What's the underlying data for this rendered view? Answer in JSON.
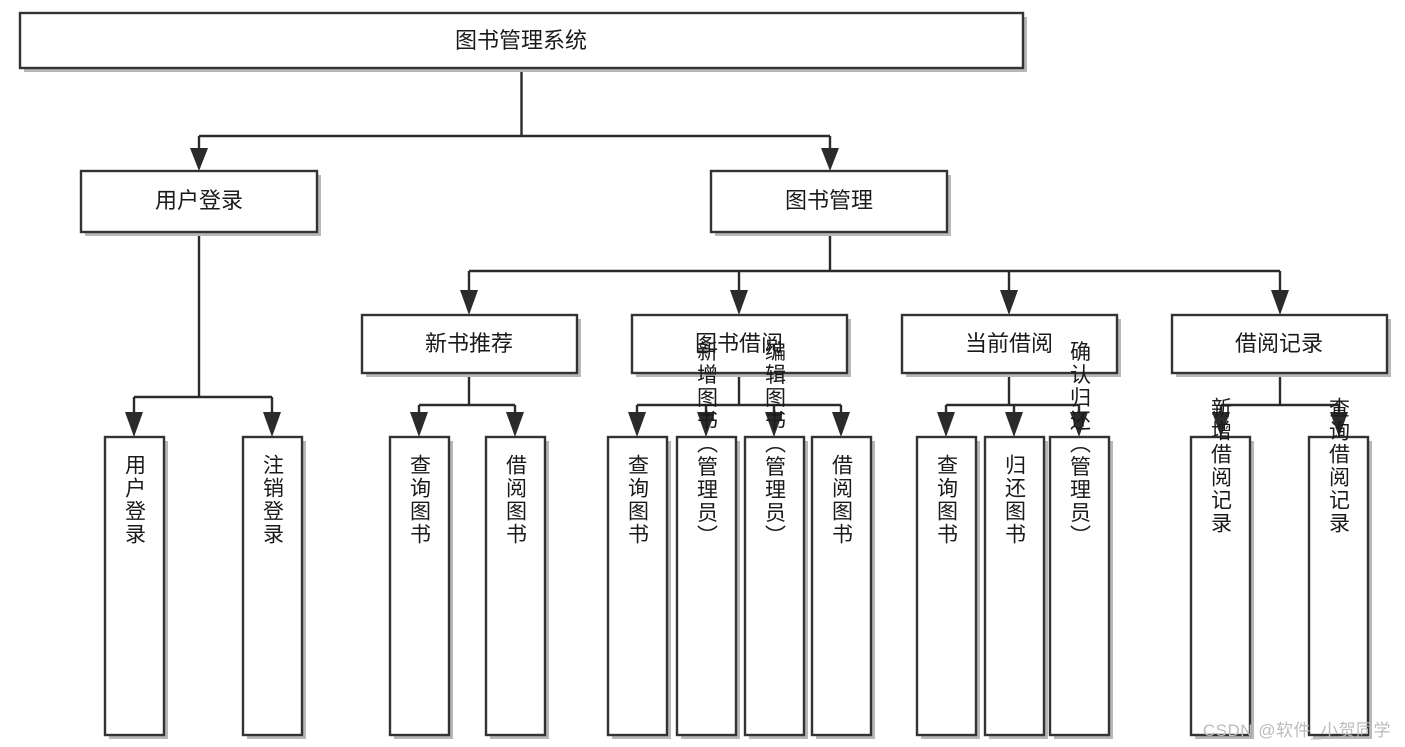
{
  "diagram": {
    "type": "tree-hierarchy",
    "orientation": "top-down",
    "root": {
      "id": "root",
      "label": "图书管理系统"
    },
    "level2": [
      {
        "id": "user-login",
        "label": "用户登录"
      },
      {
        "id": "book-manage",
        "label": "图书管理"
      }
    ],
    "level3": [
      {
        "id": "new-book-rec",
        "label": "新书推荐",
        "parent": "book-manage"
      },
      {
        "id": "book-borrow",
        "label": "图书借阅",
        "parent": "book-manage"
      },
      {
        "id": "current-borrow",
        "label": "当前借阅",
        "parent": "book-manage"
      },
      {
        "id": "borrow-record",
        "label": "借阅记录",
        "parent": "book-manage"
      }
    ],
    "leaves": {
      "user-login": [
        {
          "id": "leaf-user-login",
          "label": "用户登录"
        },
        {
          "id": "leaf-logout",
          "label": "注销登录"
        }
      ],
      "new-book-rec": [
        {
          "id": "leaf-query-book-1",
          "label": "查询图书"
        },
        {
          "id": "leaf-borrow-book-1",
          "label": "借阅图书"
        }
      ],
      "book-borrow": [
        {
          "id": "leaf-query-book-2",
          "label": "查询图书"
        },
        {
          "id": "leaf-add-book",
          "label": "新增图书（管理员）"
        },
        {
          "id": "leaf-edit-book",
          "label": "编辑图书（管理员）"
        },
        {
          "id": "leaf-borrow-book-2",
          "label": "借阅图书"
        }
      ],
      "current-borrow": [
        {
          "id": "leaf-query-book-3",
          "label": "查询图书"
        },
        {
          "id": "leaf-return-book",
          "label": "归还图书"
        },
        {
          "id": "leaf-confirm-return",
          "label": "确认归还（管理员）"
        }
      ],
      "borrow-record": [
        {
          "id": "leaf-add-record",
          "label": "新增借阅记录"
        },
        {
          "id": "leaf-query-record",
          "label": "查询借阅记录"
        }
      ]
    },
    "colors": {
      "background": "#ffffff",
      "box_fill": "#ffffff",
      "box_stroke": "#333333",
      "line": "#2b2b2b",
      "text": "#1a1a1a",
      "watermark": "#bcbcbc"
    }
  },
  "watermark": {
    "label": "CSDN @软件_小贺同学"
  }
}
